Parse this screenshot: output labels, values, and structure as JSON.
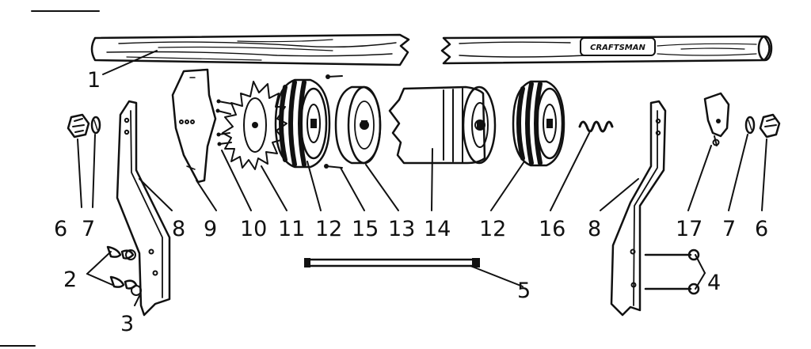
{
  "diagram": {
    "brand_label": "CRAFTSMAN",
    "callouts": [
      "1",
      "2",
      "3",
      "4",
      "5",
      "6",
      "7",
      "8",
      "9",
      "10",
      "11",
      "12",
      "13",
      "14",
      "15",
      "16",
      "17"
    ],
    "colors": {
      "ink": "#111111",
      "paper": "#ffffff",
      "shade": "#3a3a3a"
    }
  }
}
